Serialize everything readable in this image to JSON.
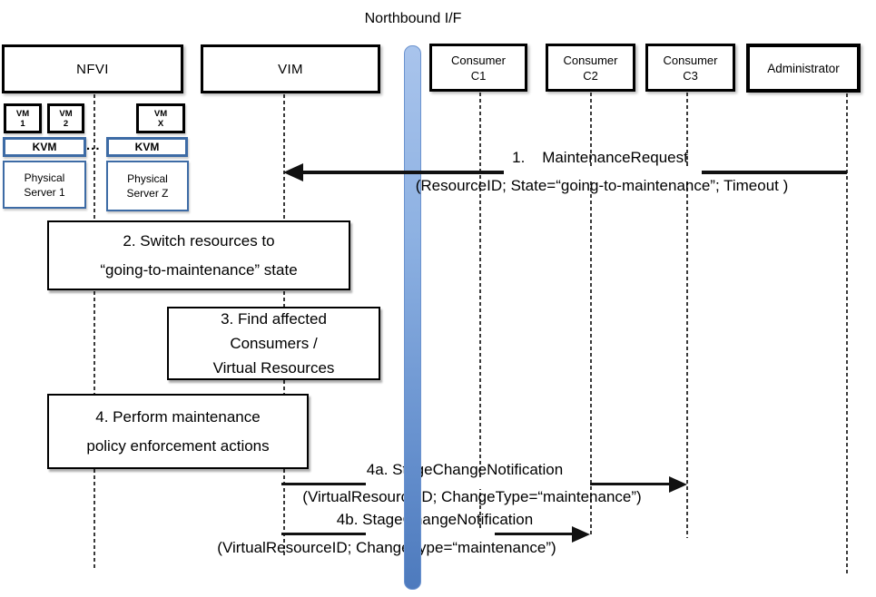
{
  "diagram_title": "Northbound I/F",
  "actors": {
    "nfvi": {
      "label": "NFVI"
    },
    "vim": {
      "label": "VIM"
    },
    "consumer1": {
      "line1": "Consumer",
      "line2": "C1"
    },
    "consumer2": {
      "line1": "Consumer",
      "line2": "C2"
    },
    "consumer3": {
      "line1": "Consumer",
      "line2": "C3"
    },
    "administrator": {
      "label": "Administrator"
    }
  },
  "nfvi_detail": {
    "vm1": {
      "line1": "VM",
      "line2": "1"
    },
    "vm2": {
      "line1": "VM",
      "line2": "2"
    },
    "vmx": {
      "line1": "VM",
      "line2": "X"
    },
    "kvm1": {
      "label": "KVM"
    },
    "kvm2": {
      "label": "KVM"
    },
    "ellipsis": "...",
    "server1": {
      "line1": "Physical",
      "line2": "Server 1"
    },
    "serverz": {
      "line1": "Physical",
      "line2": "Server Z"
    }
  },
  "steps": {
    "step2": {
      "line1": "2. Switch resources to",
      "line2": "“going-to-maintenance” state"
    },
    "step3": {
      "line1": "3. Find affected",
      "line2": "Consumers /",
      "line3": "Virtual Resources"
    },
    "step4": {
      "line1": "4. Perform maintenance",
      "line2": "policy enforcement actions"
    }
  },
  "messages": {
    "msg1": {
      "line1": "1.    MaintenanceRequest",
      "line2": "(ResourceID; State=“going-to-maintenance”; Timeout )"
    },
    "msg4a": {
      "line1": "4a. StageChangeNotification",
      "line2": "(VirtualResourceID; ChangeType=“maintenance”)"
    },
    "msg4b": {
      "line1": "4b. StageChangeNotification",
      "line2": "(VirtualResourceID; ChangeType=“maintenance”)"
    }
  },
  "colors": {
    "blue_box_border": "#3d6ba5",
    "bar_gradient_top": "#a9c4ec",
    "bar_gradient_bottom": "#4d7abd",
    "arrow_black": "#111111"
  }
}
